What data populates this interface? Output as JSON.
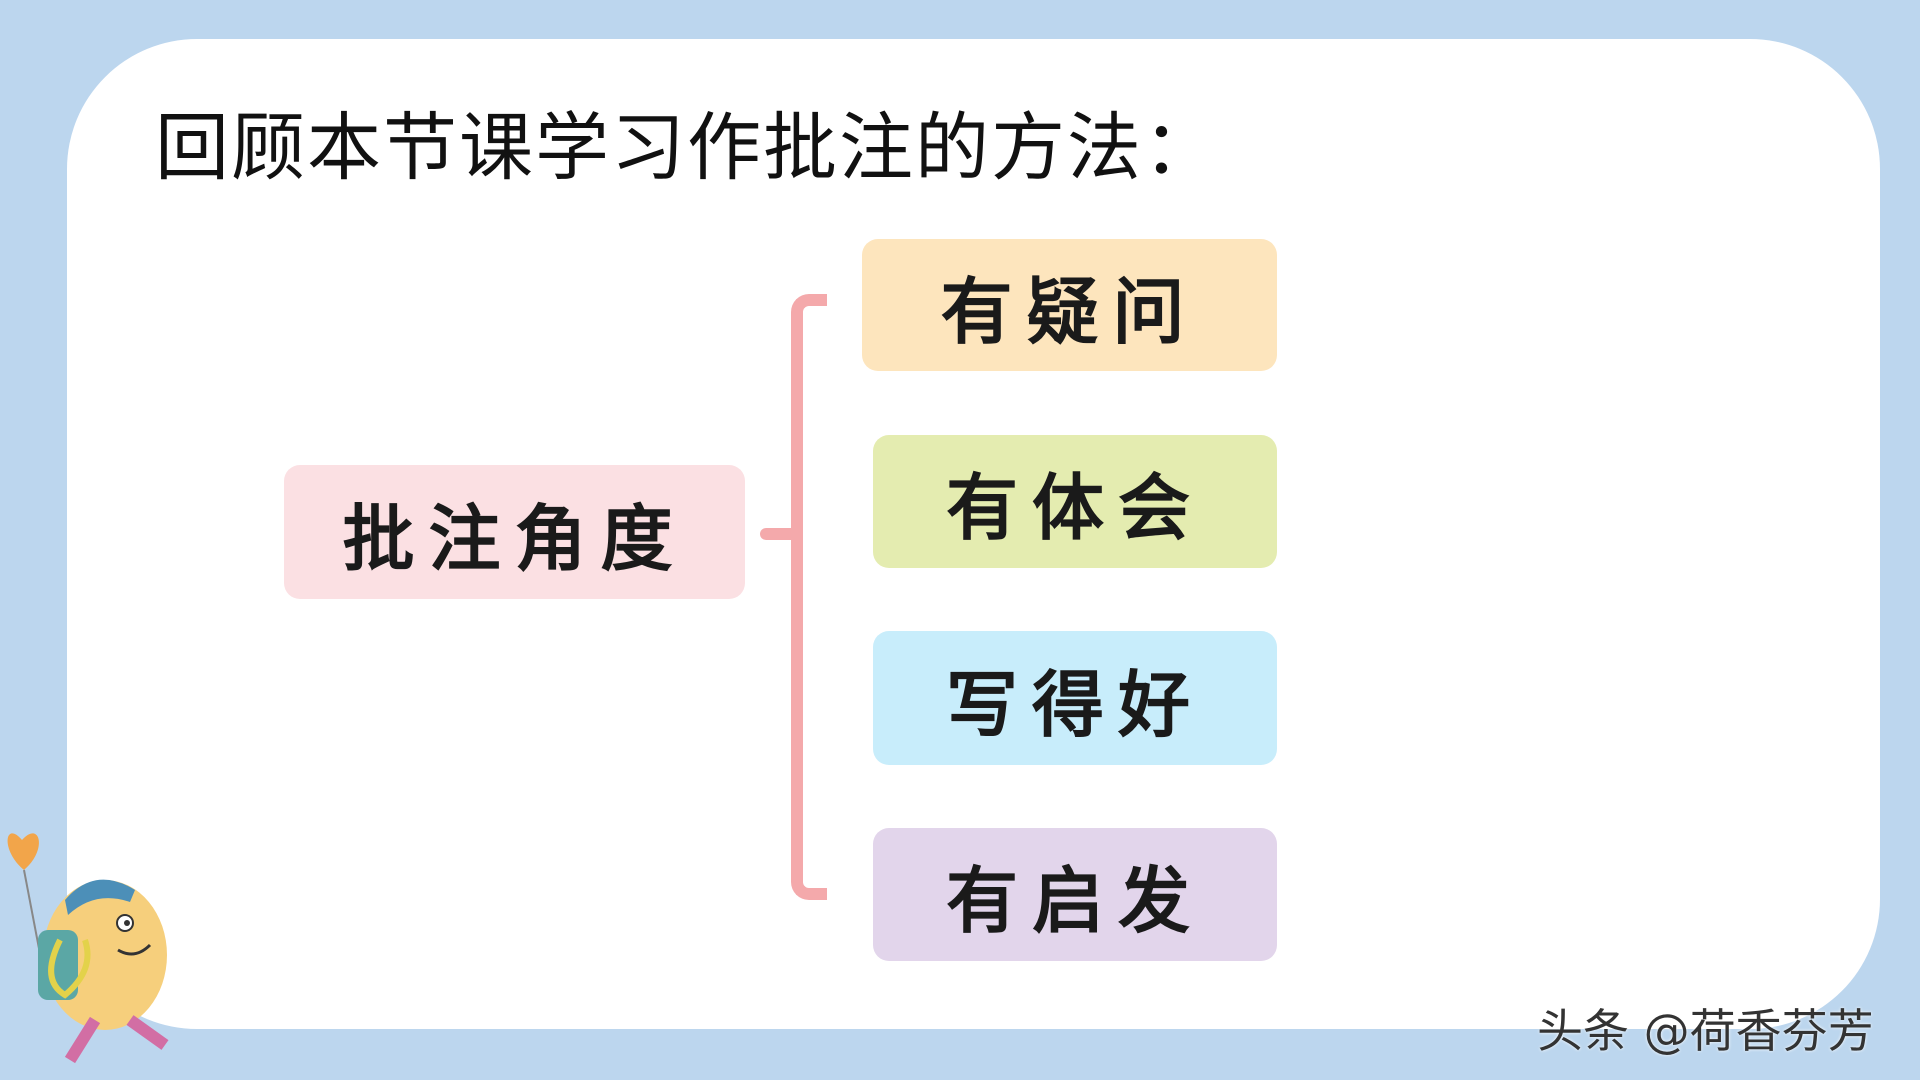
{
  "title": "回顾本节课学习作批注的方法：",
  "root": {
    "label": "批注角度",
    "color": "#fbe0e3"
  },
  "branches": [
    {
      "label": "有疑问",
      "color": "#fde5bd"
    },
    {
      "label": "有体会",
      "color": "#e4ecb0"
    },
    {
      "label": "写得好",
      "color": "#c8edfb"
    },
    {
      "label": "有启发",
      "color": "#e2d5eb"
    }
  ],
  "bracket_color": "#f4a9ab",
  "watermark": "头条 @荷香芬芳"
}
